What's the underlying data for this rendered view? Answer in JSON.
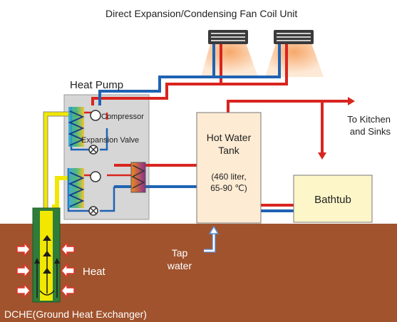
{
  "labels": {
    "fan_coil_unit": "Direct Expansion/Condensing Fan Coil Unit",
    "heat_pump": "Heat Pump",
    "compressor": "Compressor",
    "expansion_valve": "Expansion Valve",
    "tank_line1": "Hot Water",
    "tank_line2": "Tank",
    "tank_spec1": "(460 liter,",
    "tank_spec2": "65-90 ℃)",
    "kitchen_line1": "To Kitchen",
    "kitchen_line2": "and Sinks",
    "bathtub": "Bathtub",
    "tap_line1": "Tap",
    "tap_line2": "water",
    "heat": "Heat",
    "dche": "DCHE(Ground Heat Exchanger)"
  },
  "colors": {
    "ground": "#a0532d",
    "hot_pipe": "#d9241f",
    "cold_pipe": "#1f63b3",
    "ground_loop": "#f1e700",
    "exchanger": "#2f7d3a",
    "tank": "#fdebd3",
    "bathtub": "#fdf6c8",
    "heat_pump_box": "#d6d6d6",
    "heat_arrow": "#e8332a"
  }
}
